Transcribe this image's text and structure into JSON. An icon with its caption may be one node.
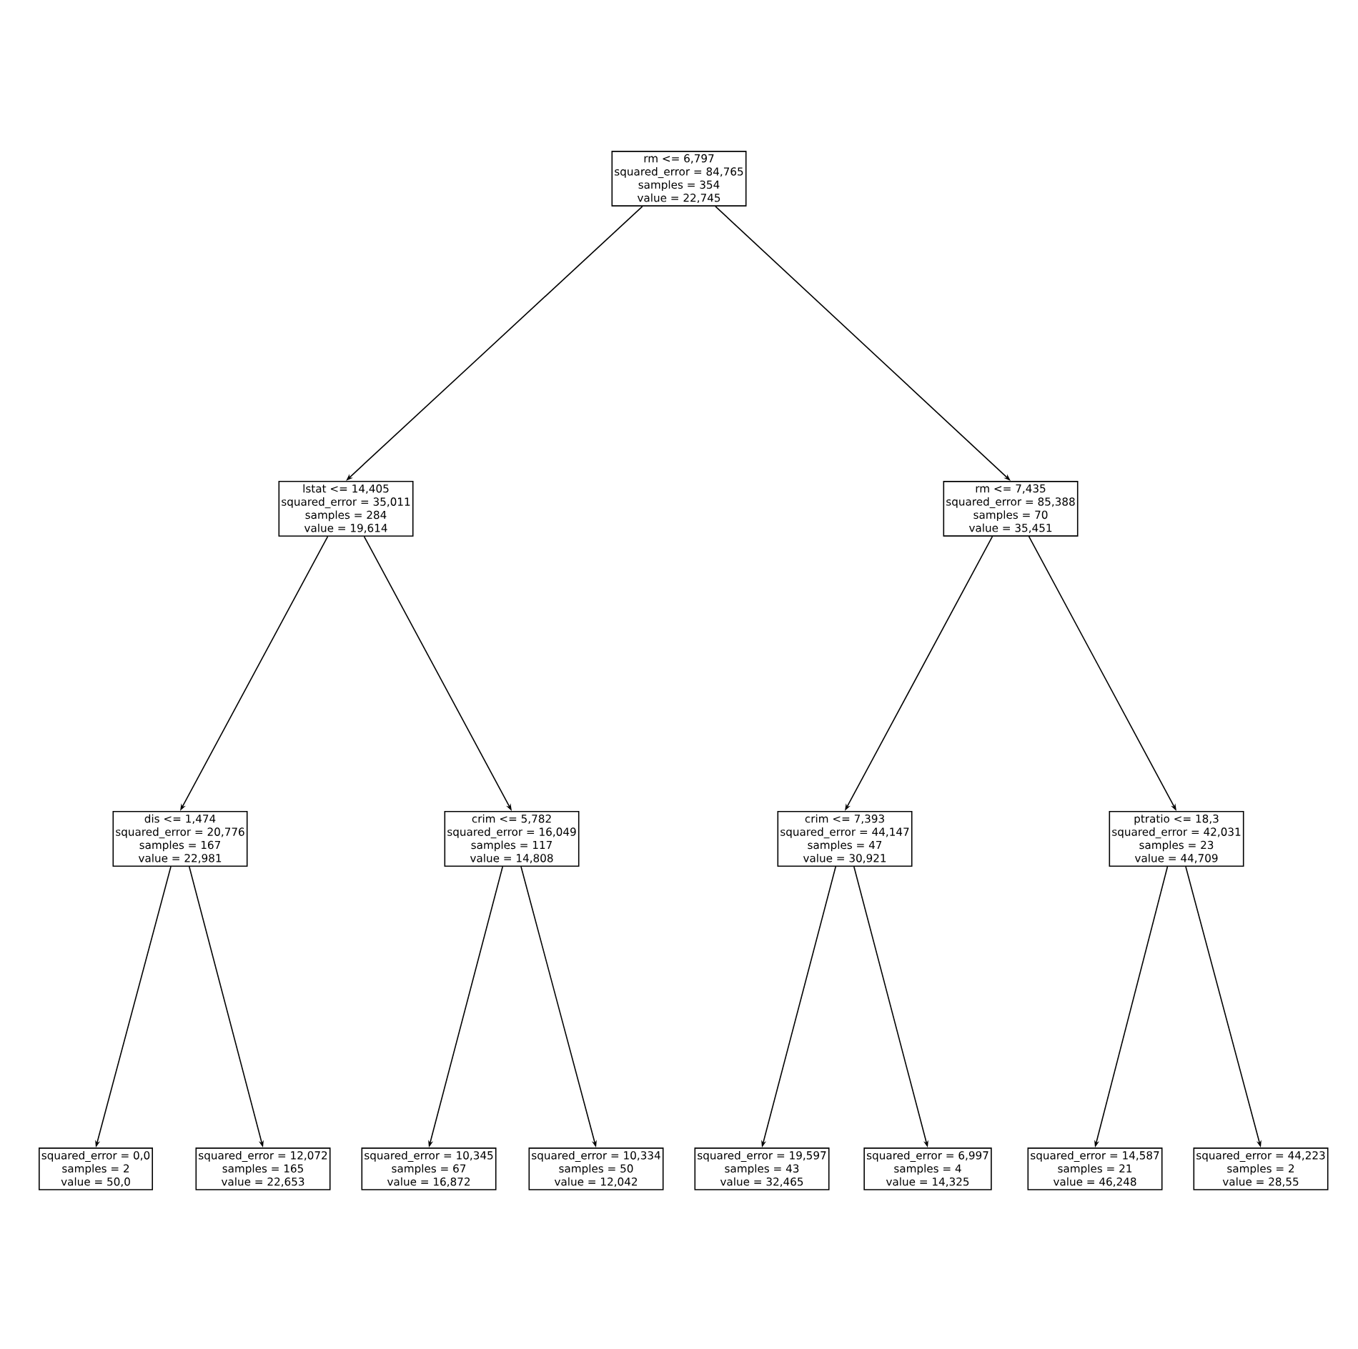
{
  "diagram": {
    "nodes": [
      {
        "text": [
          "rm <= 6,797",
          "squared_error = 84,765",
          "samples = 354",
          "value = 22,745"
        ]
      },
      {
        "text": [
          "lstat <= 14,405",
          "squared_error = 35,011",
          "samples = 284",
          "value = 19,614"
        ]
      },
      {
        "text": [
          "rm <= 7,435",
          "squared_error = 85,388",
          "samples = 70",
          "value = 35,451"
        ]
      },
      {
        "text": [
          "dis <= 1,474",
          "squared_error = 20,776",
          "samples = 167",
          "value = 22,981"
        ]
      },
      {
        "text": [
          "crim <= 5,782",
          "squared_error = 16,049",
          "samples = 117",
          "value = 14,808"
        ]
      },
      {
        "text": [
          "crim <= 7,393",
          "squared_error = 44,147",
          "samples = 47",
          "value = 30,921"
        ]
      },
      {
        "text": [
          "ptratio <= 18,3",
          "squared_error = 42,031",
          "samples = 23",
          "value = 44,709"
        ]
      },
      {
        "text": [
          "squared_error = 0,0",
          "samples = 2",
          "value = 50,0"
        ]
      },
      {
        "text": [
          "squared_error = 12,072",
          "samples = 165",
          "value = 22,653"
        ]
      },
      {
        "text": [
          "squared_error = 10,345",
          "samples = 67",
          "value = 16,872"
        ]
      },
      {
        "text": [
          "squared_error = 10,334",
          "samples = 50",
          "value = 12,042"
        ]
      },
      {
        "text": [
          "squared_error = 19,597",
          "samples = 43",
          "value = 32,465"
        ]
      },
      {
        "text": [
          "squared_error = 6,997",
          "samples = 4",
          "value = 14,325"
        ]
      },
      {
        "text": [
          "squared_error = 14,587",
          "samples = 21",
          "value = 46,248"
        ]
      },
      {
        "text": [
          "squared_error = 44,223",
          "samples = 2",
          "value = 28,55"
        ]
      }
    ],
    "edges": [
      {
        "from": 0,
        "to": 1,
        "arrow": "to"
      },
      {
        "from": 0,
        "to": 2,
        "arrow": "to"
      },
      {
        "from": 1,
        "to": 3,
        "arrow": "to"
      },
      {
        "from": 1,
        "to": 4,
        "arrow": "to"
      },
      {
        "from": 2,
        "to": 5,
        "arrow": "to"
      },
      {
        "from": 2,
        "to": 6,
        "arrow": "to"
      },
      {
        "from": 3,
        "to": 7,
        "arrow": "to"
      },
      {
        "from": 3,
        "to": 8,
        "arrow": "to"
      },
      {
        "from": 4,
        "to": 9,
        "arrow": "to"
      },
      {
        "from": 4,
        "to": 10,
        "arrow": "to"
      },
      {
        "from": 5,
        "to": 11,
        "arrow": "to"
      },
      {
        "from": 5,
        "to": 12,
        "arrow": "to"
      },
      {
        "from": 6,
        "to": 13,
        "arrow": "to"
      },
      {
        "from": 6,
        "to": 14,
        "arrow": "to"
      }
    ]
  }
}
